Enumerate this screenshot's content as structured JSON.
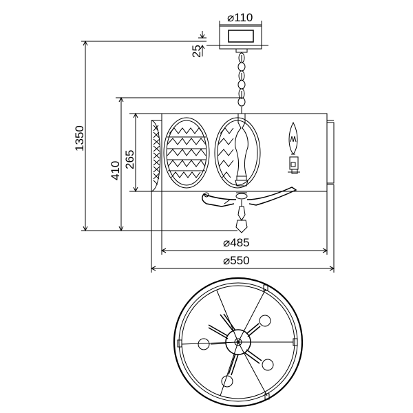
{
  "dimensions": {
    "canopy_diameter": "⌀110",
    "canopy_height": "25",
    "total_height": "1350",
    "shade_height_outer": "410",
    "shade_height_inner": "265",
    "inner_diameter": "⌀485",
    "outer_diameter": "⌀550"
  },
  "colors": {
    "line": "#000000",
    "background": "#ffffff"
  },
  "icons": {
    "bulb": "candle-bulb-icon",
    "socket": "socket-icon"
  }
}
